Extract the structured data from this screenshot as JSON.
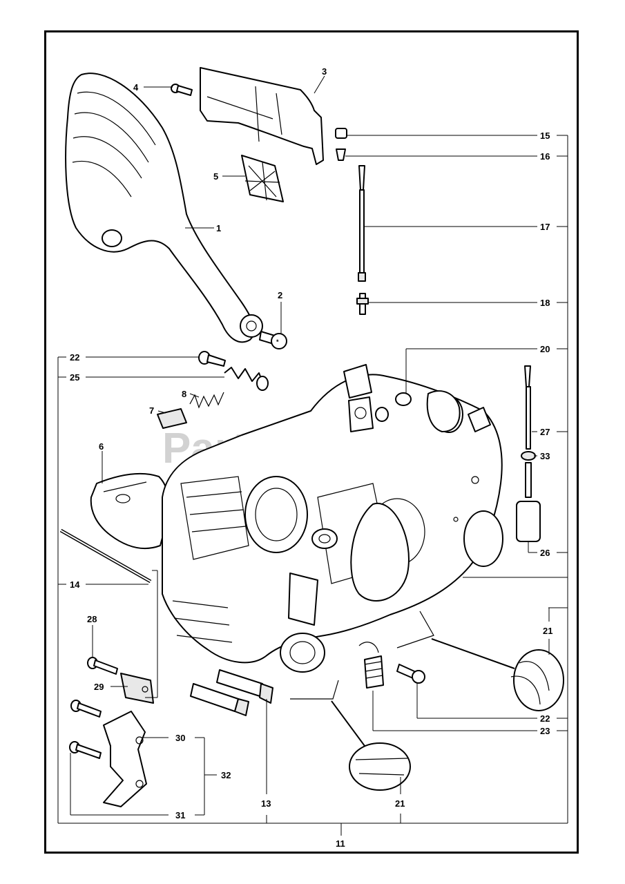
{
  "watermark": "PartsTree",
  "callouts": {
    "c1": "1",
    "c2": "2",
    "c3": "3",
    "c4": "4",
    "c5": "5",
    "c6": "6",
    "c7": "7",
    "c8": "8",
    "c11": "11",
    "c13": "13",
    "c14": "14",
    "c15": "15",
    "c16": "16",
    "c17": "17",
    "c18": "18",
    "c20": "20",
    "c21a": "21",
    "c21b": "21",
    "c22a": "22",
    "c22b": "22",
    "c23": "23",
    "c25": "25",
    "c26": "26",
    "c27": "27",
    "c28": "28",
    "c29": "29",
    "c30": "30",
    "c31": "31",
    "c32": "32",
    "c33": "33"
  }
}
